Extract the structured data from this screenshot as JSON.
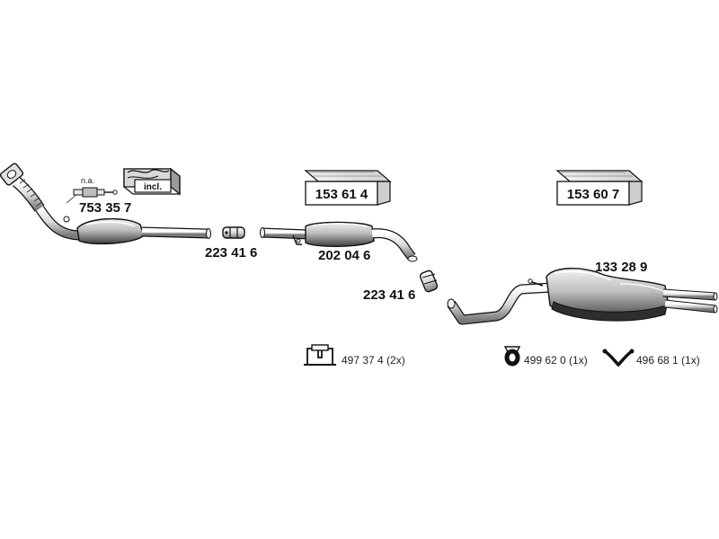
{
  "parts": {
    "catalytic_converter": {
      "number": "753 35 7",
      "note": "n.a.",
      "kit_label": "incl."
    },
    "clamp_front": {
      "number": "223 41 6"
    },
    "front_box": {
      "number": "153 61 4"
    },
    "middle_silencer": {
      "number": "202 04 6"
    },
    "clamp_middle": {
      "number": "223 41 6"
    },
    "rear_box": {
      "number": "153 60 7"
    },
    "rear_silencer": {
      "number": "133 28 9"
    }
  },
  "legend": {
    "mount_bracket": "497 37 4 (2x)",
    "rubber_ring": "499 62 0 (1x)",
    "hanger": "496 68 1 (1x)"
  },
  "icons": [
    "bracket-icon",
    "rubber-ring-icon",
    "hanger-icon",
    "kit-box-icon",
    "lambda-sensor-icon",
    "clamp-icon"
  ],
  "colors": {
    "line": "#111111",
    "fill_light": "#e6e6e6",
    "fill_mid": "#bdbdbd",
    "fill_dark": "#5a5a5a"
  }
}
